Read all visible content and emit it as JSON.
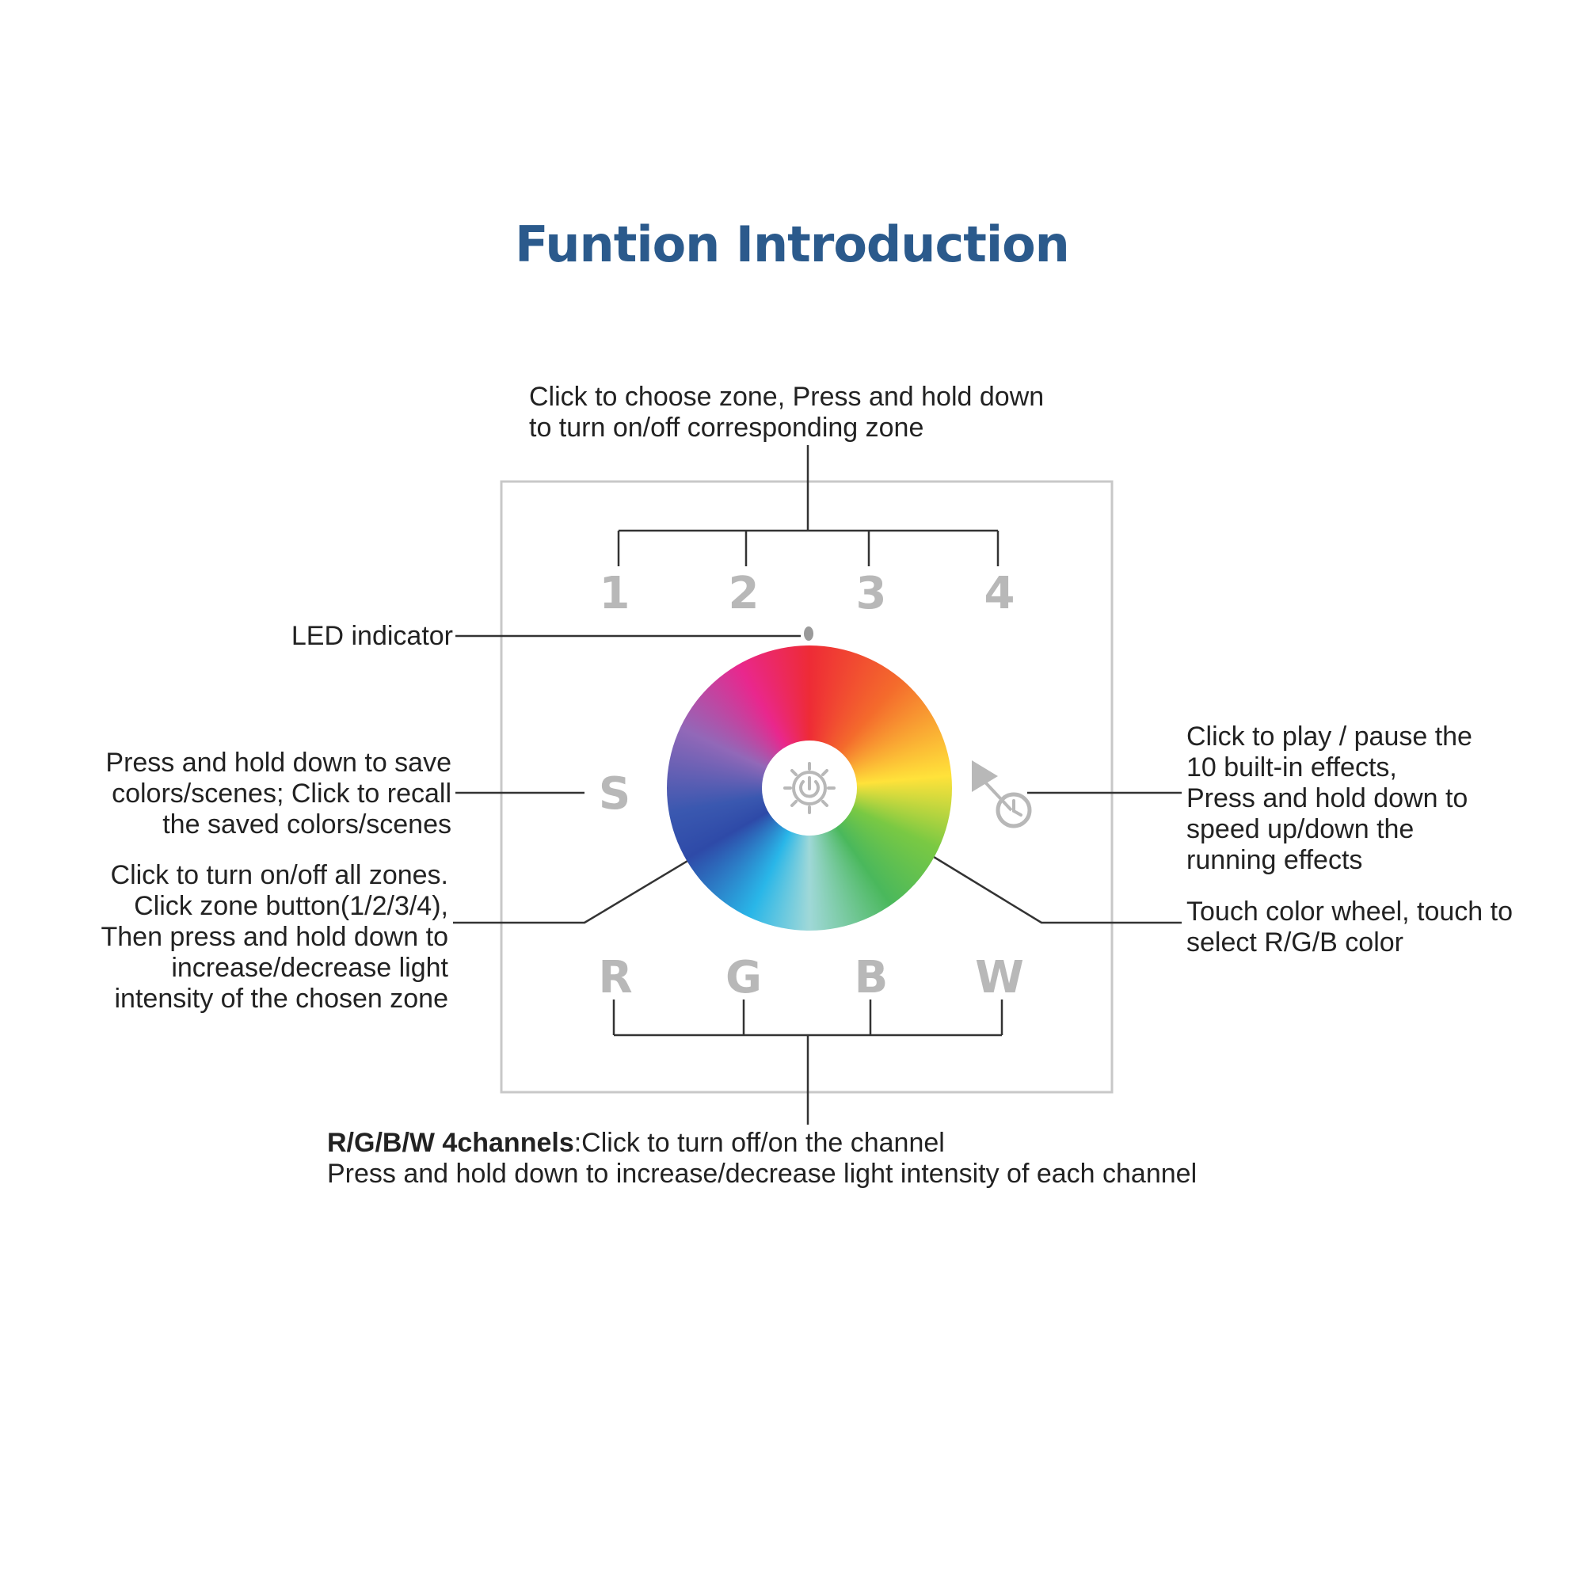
{
  "title": "Funtion Introduction",
  "colors": {
    "title": "#2b5a8c",
    "key": "#b8b8b8",
    "frame": "#c8c8c8",
    "line": "#333333"
  },
  "zone_keys": [
    "1",
    "2",
    "3",
    "4"
  ],
  "channel_keys": [
    "R",
    "G",
    "B",
    "W"
  ],
  "scene_key": "S",
  "annotations": {
    "zone": [
      "Click to choose zone, Press and hold down",
      "to turn on/off corresponding zone"
    ],
    "led": "LED indicator",
    "save": [
      "Press and hold down to save",
      "colors/scenes; Click to recall",
      "the saved colors/scenes"
    ],
    "power": [
      "Click to turn on/off all zones.",
      "Click zone button(1/2/3/4),",
      "Then press and hold down to",
      "increase/decrease light",
      "intensity of the chosen zone"
    ],
    "play": [
      "Click to play / pause the",
      "10 built-in effects,",
      "Press and hold down to",
      "speed up/down the",
      "running effects"
    ],
    "wheel": [
      "Touch color wheel, touch to",
      "select R/G/B color"
    ],
    "channels_bold": "R/G/B/W 4channels",
    "channels_line1": ":Click to turn off/on the channel",
    "channels_line2": "Press and hold down to increase/decrease light intensity of each channel"
  },
  "icons": [
    "power-icon",
    "play-timer-icon",
    "led-indicator",
    "color-wheel"
  ]
}
